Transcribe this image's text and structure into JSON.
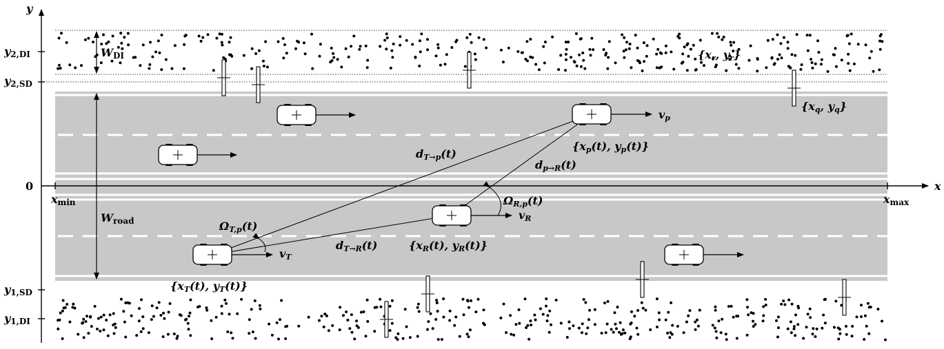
{
  "axes": {
    "x_label": "x",
    "y_label": "y",
    "origin_label": "0",
    "x_min_label": "x",
    "x_min_sub": "min",
    "x_max_label": "x",
    "x_max_sub": "max"
  },
  "y_ticks": [
    {
      "id": "y2di",
      "main": "y",
      "sub": "2,DI"
    },
    {
      "id": "y2sd",
      "main": "y",
      "sub": "2,SD"
    },
    {
      "id": "y1sd",
      "main": "y",
      "sub": "1,SD"
    },
    {
      "id": "y1di",
      "main": "y",
      "sub": "1,DI"
    }
  ],
  "widths": {
    "w_di_main": "W",
    "w_di_sub": "DI",
    "w_road_main": "W",
    "w_road_sub": "road"
  },
  "labels": {
    "scatterer_set": "{x_r, y_r}",
    "pole_set": "{x_q, y_q}",
    "pos_p": "{x_p(t), y_p(t)}",
    "pos_R": "{x_R(t), y_R(t)}",
    "pos_T": "{x_T(t), y_T(t)}",
    "v_p": "v_p",
    "v_R": "v_R",
    "v_T": "v_T",
    "d_T_p": "d_{T→p}(t)",
    "d_p_R": "d_{p→R}(t)",
    "d_T_R": "d_{T→R}(t)",
    "omega_R_p": "Ω_{R,p}(t)",
    "omega_T_p": "Ω_{T,p}(t)"
  },
  "colors": {
    "road": "#c8c8c8",
    "lane_marking": "#ffffff",
    "car_body": "#ffffff",
    "ink": "#000000"
  }
}
